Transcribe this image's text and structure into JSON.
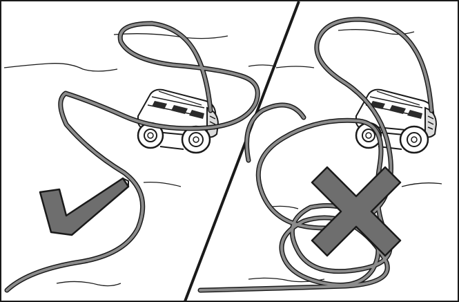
{
  "illustration": {
    "panels": [
      {
        "id": "correct",
        "verdict": "correct",
        "symbol": "check-mark-icon",
        "symbol_color": "#6e6e6e"
      },
      {
        "id": "incorrect",
        "verdict": "incorrect",
        "symbol": "cross-mark-icon",
        "symbol_color": "#6e6e6e"
      }
    ],
    "colors": {
      "frame": "#1a1a1a",
      "cable": "#8c8c8c",
      "cable_outline": "#1a1a1a",
      "robot": "#ffffff",
      "water_lines": "#1a1a1a",
      "background": "#ffffff"
    }
  }
}
